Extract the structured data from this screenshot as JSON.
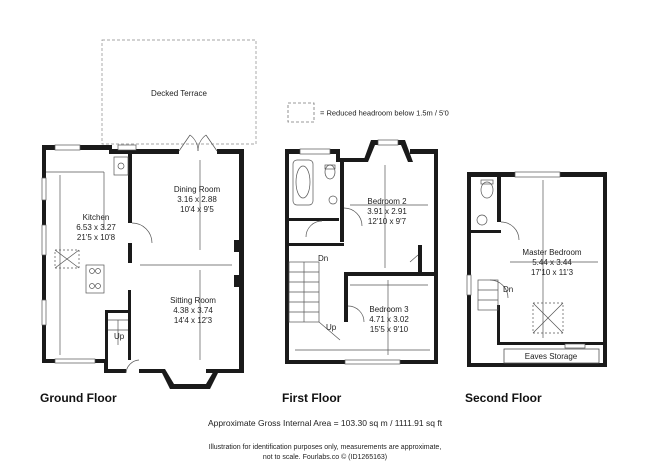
{
  "legend": {
    "reduced_headroom": "= Reduced headroom below 1.5m / 5'0"
  },
  "terrace": {
    "label": "Decked Terrace"
  },
  "ground_floor": {
    "title": "Ground Floor",
    "kitchen": {
      "name": "Kitchen",
      "metric": "6.53 x 3.27",
      "imperial": "21'5 x 10'8"
    },
    "dining": {
      "name": "Dining Room",
      "metric": "3.16 x 2.88",
      "imperial": "10'4 x 9'5"
    },
    "sitting": {
      "name": "Sitting Room",
      "metric": "4.38 x 3.74",
      "imperial": "14'4 x 12'3"
    },
    "stairs_label": "Up"
  },
  "first_floor": {
    "title": "First Floor",
    "bedroom2": {
      "name": "Bedroom 2",
      "metric": "3.91 x 2.91",
      "imperial": "12'10 x 9'7"
    },
    "bedroom3": {
      "name": "Bedroom 3",
      "metric": "4.71 x 3.02",
      "imperial": "15'5 x 9'10"
    },
    "down_label": "Dn",
    "up_label": "Up"
  },
  "second_floor": {
    "title": "Second Floor",
    "master": {
      "name": "Master Bedroom",
      "metric": "5.44 x 3.44",
      "imperial": "17'10 x 11'3"
    },
    "down_label": "Dn",
    "eaves": "Eaves Storage"
  },
  "footer": {
    "area": "Approximate Gross Internal Area = 103.30 sq m / 1111.91 sq ft",
    "disclaimer_1": "Illustration for identification purposes only, measurements are approximate,",
    "disclaimer_2": "not to scale. Fourlabs.co © (ID1265163)"
  }
}
